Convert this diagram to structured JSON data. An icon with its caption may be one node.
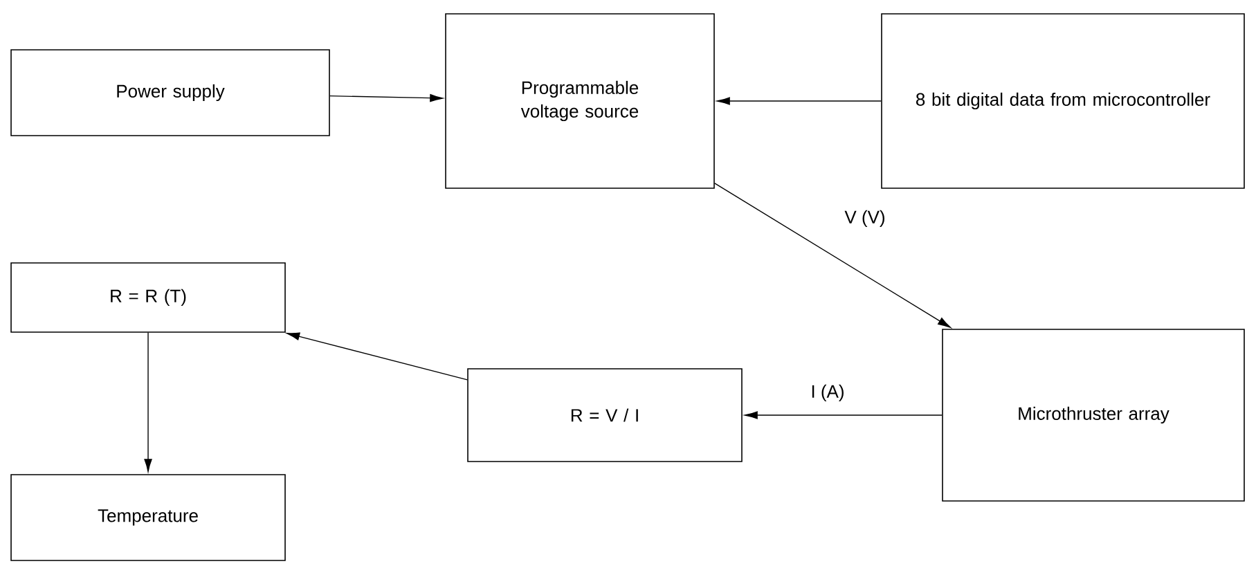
{
  "diagram": {
    "nodes": [
      {
        "text": [
          "Power supply"
        ]
      },
      {
        "text": [
          "Programmable voltage source"
        ]
      },
      {
        "text": [
          "8 bit digital data from microcontroller"
        ]
      },
      {
        "text": [
          "R = R (T)"
        ]
      },
      {
        "text": [
          "R = V / I"
        ]
      },
      {
        "text": [
          "Microthruster array"
        ]
      },
      {
        "text": [
          "Temperature"
        ]
      }
    ],
    "edges": [
      {
        "from": 0,
        "to": 1,
        "arrow": "to"
      },
      {
        "from": 2,
        "to": 1,
        "arrow": "to"
      },
      {
        "from": 1,
        "to": 5,
        "arrow": "to",
        "label": "V (V)"
      },
      {
        "from": 5,
        "to": 4,
        "arrow": "to",
        "label": "I (A)"
      },
      {
        "from": 4,
        "to": 3,
        "arrow": "to"
      },
      {
        "from": 3,
        "to": 6,
        "arrow": "to"
      }
    ]
  }
}
